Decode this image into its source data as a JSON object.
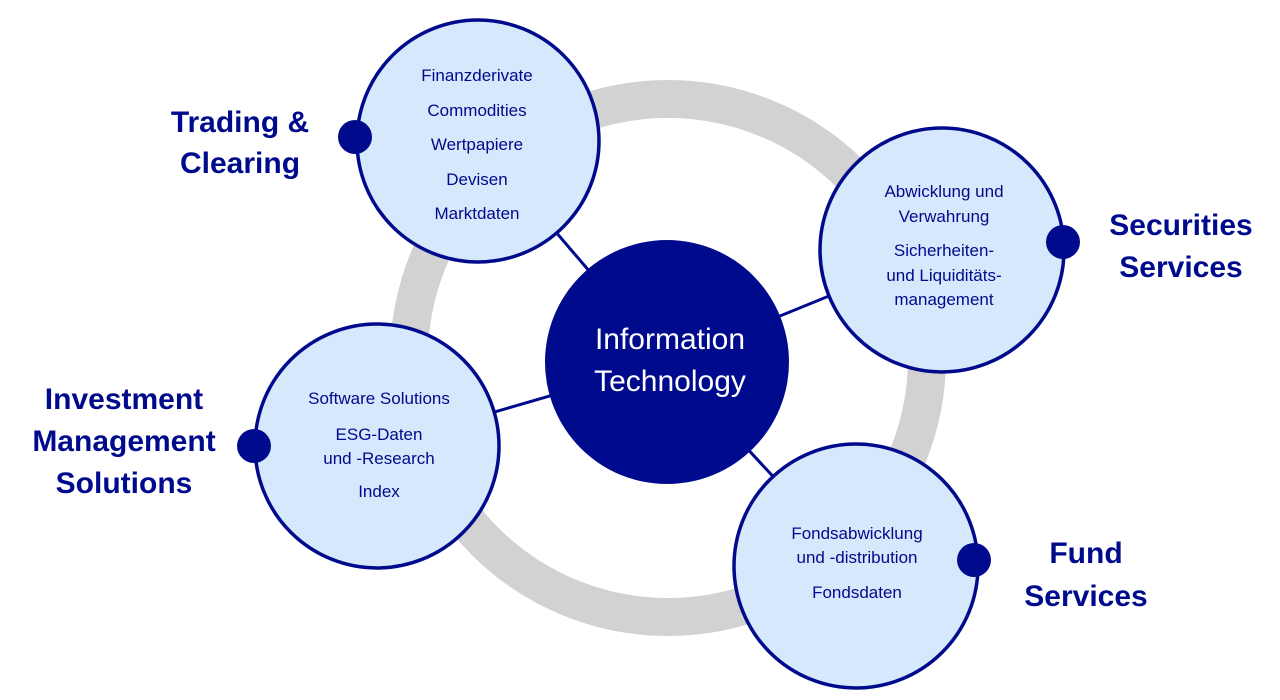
{
  "colors": {
    "navy": "#000A8C",
    "circle_fill": "#D6E8FB",
    "ring": "#D2D2D2",
    "center_text": "#FFFFFF"
  },
  "center": {
    "lines": [
      "Information",
      "Technology"
    ]
  },
  "segments": [
    {
      "id": "trading-clearing",
      "label": [
        "Trading &",
        "Clearing"
      ],
      "items": [
        "Finanzderivate",
        "Commodities",
        "Wertpapiere",
        "Devisen",
        "Marktdaten"
      ]
    },
    {
      "id": "securities-services",
      "label": [
        "Securities",
        "Services"
      ],
      "items": [
        "Abwicklung und",
        "Verwahrung",
        "Sicherheiten-",
        "und Liquiditäts-",
        "management"
      ]
    },
    {
      "id": "fund-services",
      "label": [
        "Fund",
        "Services"
      ],
      "items": [
        "Fondsabwicklung",
        "und -distribution",
        "Fondsdaten"
      ]
    },
    {
      "id": "investment-management-solutions",
      "label": [
        "Investment",
        "Management",
        "Solutions"
      ],
      "items": [
        "Software Solutions",
        "ESG-Daten",
        "und -Research",
        "Index"
      ]
    }
  ]
}
